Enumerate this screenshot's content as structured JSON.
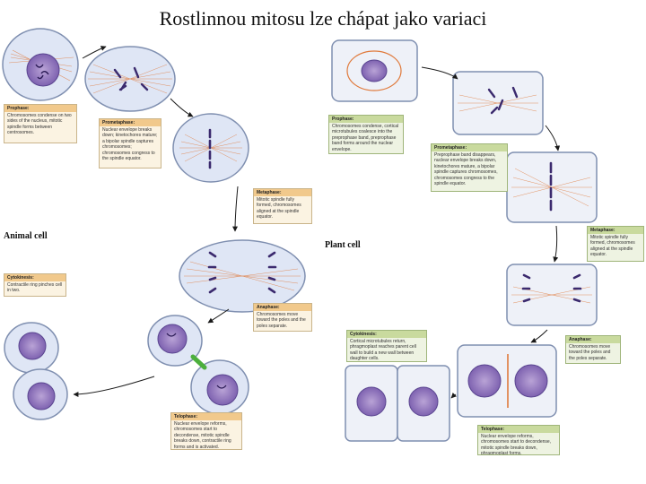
{
  "title": "Rostlinnou mitosu lze chápat jako variaci",
  "labels": {
    "animal": "Animal cell",
    "plant": "Plant cell"
  },
  "animal_boxes": [
    {
      "name": "Prophase",
      "header": "Prophase:",
      "text": "Chromosomes condense on two sides of the nucleus, mitotic spindle forms between centrosomes."
    },
    {
      "name": "Prometaphase",
      "header": "Prometaphase:",
      "text": "Nuclear envelope breaks down; kinetochores mature; a bipolar spindle captures chromosomes; chromosomes congress to the spindle equator."
    },
    {
      "name": "Metaphase",
      "header": "Metaphase:",
      "text": "Mitotic spindle fully formed, chromosomes aligned at the spindle equator."
    },
    {
      "name": "Cytokinesis",
      "header": "Cytokinesis:",
      "text": "Contractile ring pinches cell in two."
    },
    {
      "name": "Anaphase",
      "header": "Anaphase:",
      "text": "Chromosomes move toward the poles and the poles separate."
    },
    {
      "name": "Telophase",
      "header": "Telophase:",
      "text": "Nuclear envelope reforms, chromosomes start to decondense, mitotic spindle breaks down, contractile ring forms and is activated."
    }
  ],
  "plant_boxes": [
    {
      "name": "Prophase",
      "header": "Prophase:",
      "text": "Chromosomes condense, cortical microtubules coalesce into the preprophase band, preprophase band forms around the nuclear envelope."
    },
    {
      "name": "Prometaphase",
      "header": "Prometaphase:",
      "text": "Preprophase band disappears, nuclear envelope breaks down, kinetochores mature, a bipolar spindle captures chromosomes, chromosomes congress to the spindle equator."
    },
    {
      "name": "Metaphase",
      "header": "Metaphase:",
      "text": "Mitotic spindle fully formed, chromosomes aligned at the spindle equator."
    },
    {
      "name": "Cytokinesis",
      "header": "Cytokinesis:",
      "text": "Cortical microtubules return, phragmoplast reaches parent cell wall to build a new wall between daughter cells."
    },
    {
      "name": "Anaphase",
      "header": "Anaphase:",
      "text": "Chromosomes move toward the poles and the poles separate."
    },
    {
      "name": "Telophase",
      "header": "Telophase:",
      "text": "Nuclear envelope reforms, chromosomes start to decondense, mitotic spindle breaks down, phragmoplast forms."
    }
  ],
  "colors": {
    "cell_fill": "#dfe6f5",
    "cell_stroke": "#7f8fb0",
    "chromosome": "#3b2a6e",
    "spindle": "#e07a3c",
    "arrow": "#1a1a1a",
    "ring": "#4caf3c"
  }
}
